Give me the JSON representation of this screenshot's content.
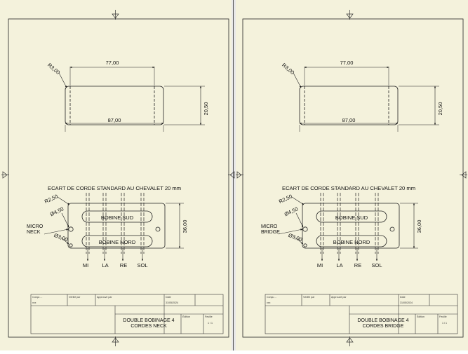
{
  "colors": {
    "sheet_bg": "#f4f2dc",
    "gap": "#ffffff",
    "ink": "#222222",
    "split": "#cfcfcf"
  },
  "sheets": [
    {
      "name": "neck",
      "top_view": {
        "width_top": "77,00",
        "width_bottom": "87,00",
        "height": "20,50",
        "radius": "R3,00"
      },
      "string_spacing_title": "ECART DE CORDE STANDARD AU CHEVALET 20 mm",
      "micro_label_line1": "MICRO",
      "micro_label_line2": "NECK",
      "front_view": {
        "radius": "R2,50",
        "hole_large": "Ø4,50",
        "hole_small": "Ø3,00",
        "coil_top": "BOBINE SUD",
        "coil_bottom": "BOBINE NORD",
        "height": "36,00",
        "strings": [
          "MI",
          "LA",
          "RE",
          "SOL"
        ]
      },
      "title_block": {
        "created_by": "Conçu ...",
        "reviewed_by": "Vérifié par",
        "approved_by": "Approuvé par",
        "created_by_value": "xxx",
        "date_label": "Date",
        "date_value": "31/05/2024",
        "title_line1": "DOUBLE BOBINAGE 4",
        "title_line2": "CORDES  NECK",
        "edition_label": "Édition",
        "sheet_label": "Feuille",
        "sheet_value": "1 / 1"
      }
    },
    {
      "name": "bridge",
      "top_view": {
        "width_top": "77,00",
        "width_bottom": "87,00",
        "height": "20,50",
        "radius": "R3,00"
      },
      "string_spacing_title": "ECART DE CORDE STANDARD AU CHEVALET 20 mm",
      "micro_label_line1": "MICRO",
      "micro_label_line2": "BRIDGE",
      "front_view": {
        "radius": "R2,50",
        "hole_large": "Ø4,50",
        "hole_small": "Ø3,00",
        "coil_top": "BOBINE SUD",
        "coil_bottom": "BOBINE NORD",
        "height": "36,00",
        "strings": [
          "MI",
          "LA",
          "RE",
          "SOL"
        ]
      },
      "title_block": {
        "created_by": "Conçu ...",
        "reviewed_by": "Vérifié par",
        "approved_by": "Approuvé par",
        "created_by_value": "xxx",
        "date_label": "Date",
        "date_value": "31/05/2024",
        "title_line1": "DOUBLE BOBINAGE 4",
        "title_line2": "CORDES  BRIDGE",
        "edition_label": "Édition",
        "sheet_label": "Feuille",
        "sheet_value": "1 / 1"
      }
    }
  ]
}
